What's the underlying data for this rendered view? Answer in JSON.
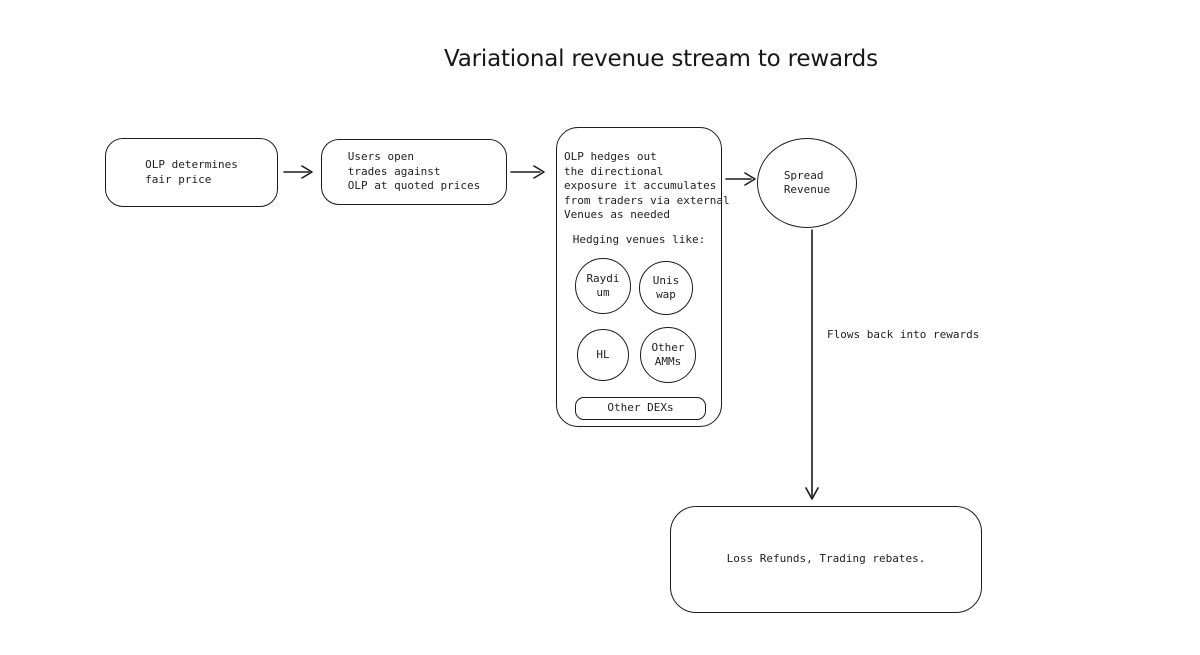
{
  "title": "Variational revenue stream to rewards",
  "colors": {
    "stroke": "#1c1c1c",
    "text": "#1f1f1f",
    "background": "#ffffff"
  },
  "nodes": {
    "olp_price": {
      "lines": [
        "OLP determines",
        "fair price"
      ]
    },
    "user_trades": {
      "lines": [
        "Users open",
        "trades against",
        "OLP at quoted prices"
      ]
    },
    "hedge": {
      "description": [
        "OLP hedges out",
        "the directional",
        "exposure it accumulates",
        "from traders via external",
        "Venues as needed"
      ],
      "venues_title": "Hedging venues like:",
      "venues": [
        {
          "name": "raydium",
          "lines": [
            "Raydi",
            "um"
          ]
        },
        {
          "name": "uniswap",
          "lines": [
            "Unis",
            "wap"
          ]
        },
        {
          "name": "hl",
          "lines": [
            "HL"
          ]
        },
        {
          "name": "other-amms",
          "lines": [
            "Other",
            "AMMs"
          ]
        }
      ],
      "other_dexs": "Other DEXs"
    },
    "spread_revenue": {
      "lines": [
        "Spread",
        "Revenue"
      ]
    },
    "flow_note": "Flows back into rewards",
    "rewards": "Loss Refunds, Trading rebates."
  }
}
